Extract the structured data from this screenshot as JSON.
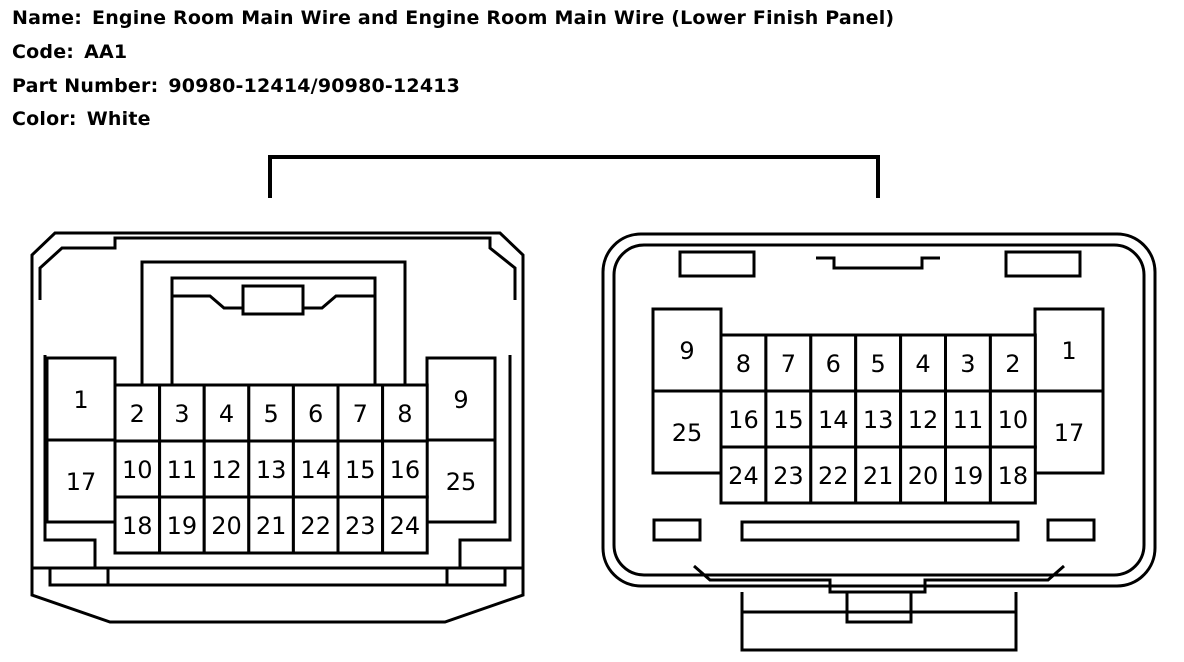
{
  "header": {
    "name_label": "Name:",
    "name_value": "Engine Room Main Wire and Engine Room Main Wire (Lower Finish Panel)",
    "code_label": "Code:",
    "code_value": "AA1",
    "part_label": "Part Number:",
    "part_value": "90980-12414/90980-12413",
    "color_label": "Color:",
    "color_value": "White"
  },
  "connectors": {
    "left": {
      "side_pins": {
        "upper_left": "1",
        "lower_left": "17",
        "upper_right": "9",
        "lower_right": "25"
      },
      "pin_rows": [
        [
          "2",
          "3",
          "4",
          "5",
          "6",
          "7",
          "8"
        ],
        [
          "10",
          "11",
          "12",
          "13",
          "14",
          "15",
          "16"
        ],
        [
          "18",
          "19",
          "20",
          "21",
          "22",
          "23",
          "24"
        ]
      ]
    },
    "right": {
      "side_pins": {
        "upper_left": "9",
        "lower_left": "25",
        "upper_right": "1",
        "lower_right": "17"
      },
      "pin_rows": [
        [
          "8",
          "7",
          "6",
          "5",
          "4",
          "3",
          "2"
        ],
        [
          "16",
          "15",
          "14",
          "13",
          "12",
          "11",
          "10"
        ],
        [
          "24",
          "23",
          "22",
          "21",
          "20",
          "19",
          "18"
        ]
      ]
    }
  }
}
